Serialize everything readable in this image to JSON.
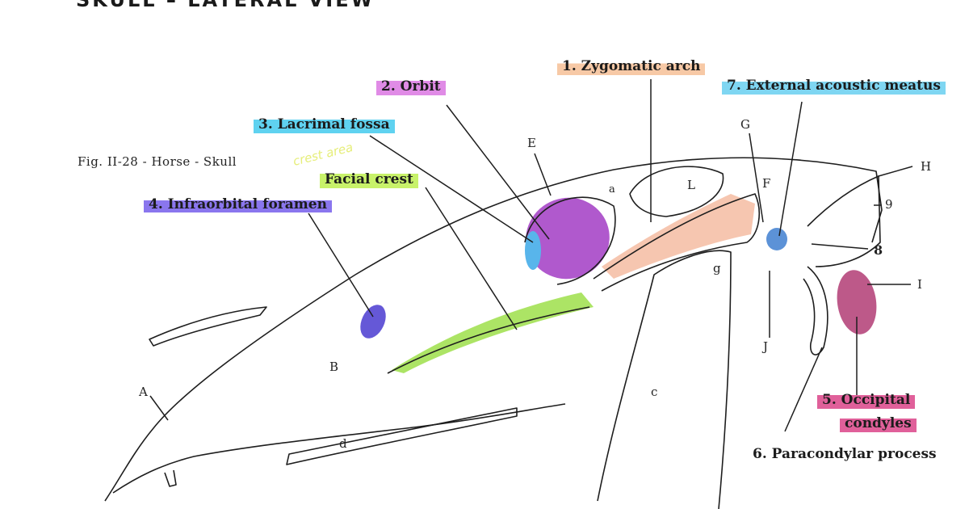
{
  "title": "SKULL – LATERAL VIEW",
  "figure_caption": "Fig. II-28 - Horse - Skull",
  "handwritten_note": "crest area",
  "colors": {
    "zygomatic": "#f7c9a6",
    "orbit": "#d88de6",
    "lacrimal": "#5fd2f0",
    "facial_crest": "#c8f26a",
    "infraorbital": "#7a62e8",
    "acoustic": "#7fd6f2",
    "occipital": "#e0609a",
    "orbit_fill": "#a23cc4",
    "occipital_fill": "#b23c74",
    "crest_fill": "#9ee04a",
    "acoustic_fill": "#3f7fd0",
    "foramen_fill": "#4a3ad0",
    "zygo_fill": "#f0a07a"
  },
  "labels": {
    "zygomatic": "1. Zygomatic arch",
    "orbit": "2. Orbit",
    "lacrimal": "3. Lacrimal fossa",
    "infraorbital": "4. Infraorbital foramen",
    "occipital_1": "5. Occipital",
    "occipital_2": "condyles",
    "paracondylar": "6. Paracondylar process",
    "acoustic": "7. External acoustic meatus",
    "facial_crest": "Facial crest",
    "eight": "8",
    "nine": "9"
  },
  "letters": {
    "A": "A",
    "B": "B",
    "c": "c",
    "d": "d",
    "E": "E",
    "F": "F",
    "G": "G",
    "g": "g",
    "H": "H",
    "I": "I",
    "J": "J",
    "L": "L",
    "a": "a"
  }
}
